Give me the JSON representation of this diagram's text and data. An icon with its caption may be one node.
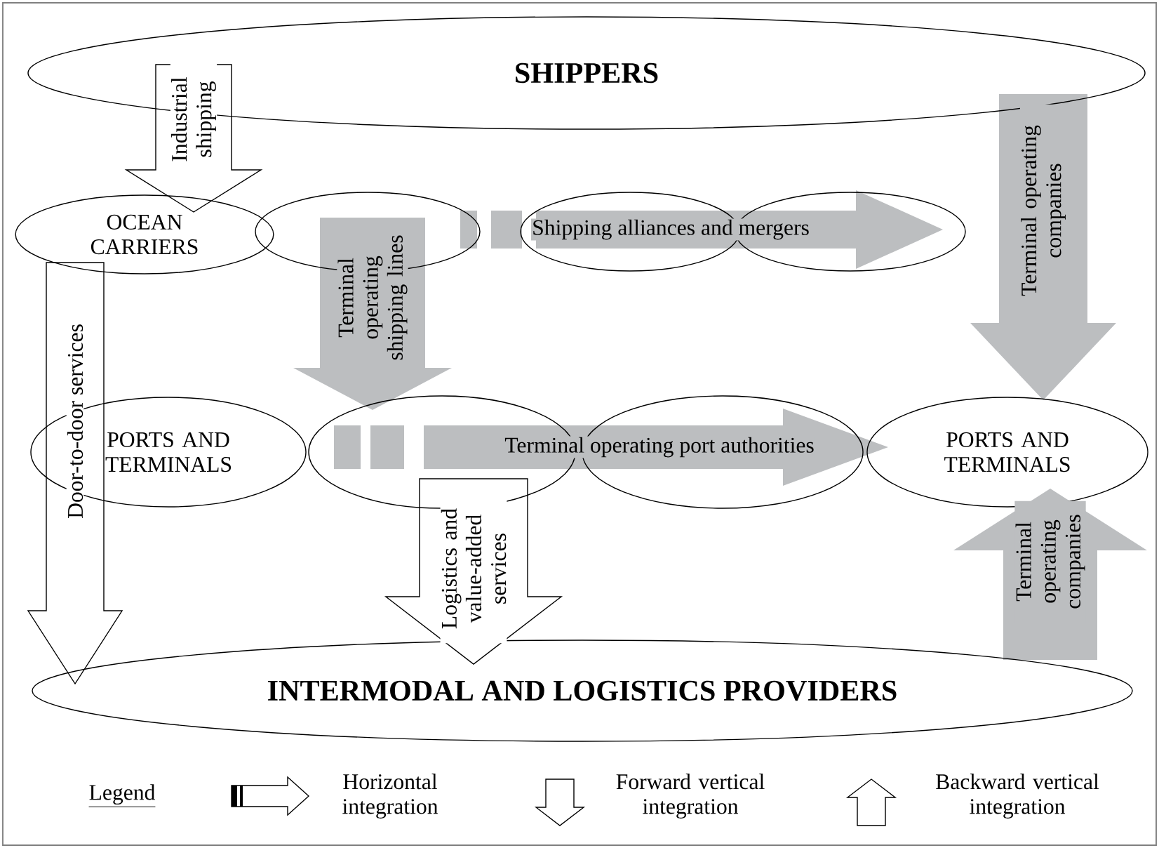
{
  "diagram": {
    "nodes": [
      {
        "text": [
          "SHIPPERS"
        ]
      },
      {
        "text": [
          "OCEAN CARRIERS"
        ]
      },
      {
        "text": [],
        "shape": "ellipse"
      },
      {
        "text": [],
        "shape": "ellipse"
      },
      {
        "text": [],
        "shape": "ellipse"
      },
      {
        "text": [
          "PORTS AND TERMINALS"
        ]
      },
      {
        "text": [],
        "shape": "ellipse"
      },
      {
        "text": [],
        "shape": "ellipse"
      },
      {
        "text": [
          "PORTS AND TERMINALS"
        ]
      },
      {
        "text": [
          "INTERMODAL AND LOGISTICS PROVIDERS"
        ]
      }
    ],
    "edges": [
      {
        "from": 0,
        "to": 1,
        "arrow": "to",
        "label": "Industrial shipping",
        "color": "#ffffff"
      },
      {
        "from": 0,
        "to": 8,
        "arrow": "to",
        "label": "Terminal operating companies"
      },
      {
        "from": 2,
        "to": 4,
        "arrow": "to",
        "label": "Shipping alliances and mergers",
        "style": "dashed"
      },
      {
        "from": 2,
        "to": 6,
        "arrow": "to",
        "label": "Terminal operating shipping lines"
      },
      {
        "from": 1,
        "to": 9,
        "arrow": "to",
        "label": "Door-to-door services",
        "color": "#ffffff"
      },
      {
        "from": 6,
        "to": 8,
        "arrow": "to",
        "label": "Terminal operating port authorities",
        "style": "dashed"
      },
      {
        "from": 6,
        "to": 9,
        "arrow": "to",
        "label": "Logistics and value-added services",
        "color": "#ffffff"
      },
      {
        "from": 9,
        "to": 8,
        "arrow": "to",
        "label": "Terminal operating companies"
      }
    ],
    "labels": [
      "Legend"
    ],
    "legend": [
      {
        "text": "Horizontal integration"
      },
      {
        "text": "Forward vertical integration"
      },
      {
        "text": "Backward vertical integration"
      }
    ]
  }
}
